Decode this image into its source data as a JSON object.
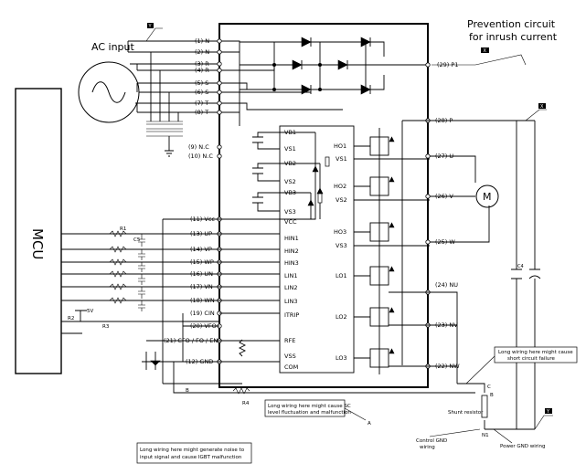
{
  "labels": {
    "ac_input": "AC input",
    "mcu": "MCU",
    "prevention_line1": "Prevention circuit",
    "prevention_line2": "for inrush current",
    "note_cin_line1": "Long wiring here might cause",
    "note_cin_line2": "short circuit failure",
    "note_sc_line1": "Long wiring here might cause SC",
    "note_sc_line2": "level fluctuation and malfunction",
    "note_gnd_line1": "Long wiring here might generate noise to",
    "note_gnd_line2": "input signal and cause IGBT malfunction",
    "shunt": "Shunt resistor",
    "control_gnd_line1": "Control GND",
    "control_gnd_line2": "wiring",
    "power_gnd": "Power GND wiring",
    "supply_5v": "5V",
    "c4": "C4",
    "m": "M"
  },
  "markers": {
    "y": "Y",
    "x": "X",
    "a": "A",
    "b": "B",
    "c": "C",
    "n1": "N1"
  },
  "component_labels": {
    "r_input": "R1",
    "c_input": "C5",
    "r2": "R2",
    "r3": "R3",
    "r4": "R4"
  },
  "left_pins": [
    "(1) N",
    "(2) N",
    "(3) R",
    "(4) R",
    "(5) S",
    "(6) S",
    "(7) T",
    "(8) T",
    "(9) N.C",
    "(10) N.C",
    "(11) Vcc",
    "(13) UP",
    "(14) VP",
    "(15) WP",
    "(16) UN",
    "(17) VN",
    "(18) WN",
    "(19) CIN",
    "(20) VFO",
    "(21) CFO / FO / EN",
    "(12) GND"
  ],
  "right_pins": [
    "(29) P1",
    "(28) P",
    "(27) U",
    "(26) V",
    "(25) W",
    "(24) NU",
    "(23) NV",
    "(22) NW"
  ],
  "driver_left": [
    "VB1",
    "VS1",
    "VB2",
    "VS2",
    "VB3",
    "VS3",
    "VCC",
    "HIN1",
    "HIN2",
    "HIN3",
    "LIN1",
    "LIN2",
    "LIN3",
    "ITRIP",
    "RFE",
    "VSS",
    "COM"
  ],
  "driver_right": [
    "HO1",
    "VS1",
    "HO2",
    "VS2",
    "HO3",
    "VS3",
    "LO1",
    "LO2",
    "LO3"
  ]
}
